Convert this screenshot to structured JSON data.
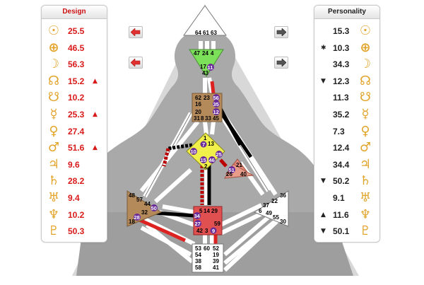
{
  "design": {
    "title": "Design",
    "rows": [
      {
        "planet": "sun-icon",
        "glyph": "☉",
        "value": "25.5",
        "mark": ""
      },
      {
        "planet": "earth-icon",
        "glyph": "⊕",
        "value": "46.5",
        "mark": ""
      },
      {
        "planet": "moon-icon",
        "glyph": "☽",
        "value": "56.3",
        "mark": ""
      },
      {
        "planet": "north-node-icon",
        "glyph": "☊",
        "value": "15.2",
        "mark": "▲"
      },
      {
        "planet": "south-node-icon",
        "glyph": "☋",
        "value": "10.2",
        "mark": ""
      },
      {
        "planet": "mercury-icon",
        "glyph": "☿",
        "value": "25.3",
        "mark": "▲"
      },
      {
        "planet": "venus-icon",
        "glyph": "♀",
        "value": "27.4",
        "mark": ""
      },
      {
        "planet": "mars-icon",
        "glyph": "♂",
        "value": "51.6",
        "mark": "▲"
      },
      {
        "planet": "jupiter-icon",
        "glyph": "♃",
        "value": "9.6",
        "mark": ""
      },
      {
        "planet": "saturn-icon",
        "glyph": "♄",
        "value": "28.2",
        "mark": ""
      },
      {
        "planet": "uranus-icon",
        "glyph": "♅",
        "value": "9.4",
        "mark": ""
      },
      {
        "planet": "neptune-icon",
        "glyph": "♆",
        "value": "10.2",
        "mark": ""
      },
      {
        "planet": "pluto-icon",
        "glyph": "♇",
        "value": "50.3",
        "mark": ""
      }
    ]
  },
  "personality": {
    "title": "Personality",
    "rows": [
      {
        "planet": "sun-icon",
        "glyph": "☉",
        "value": "15.3",
        "mark": ""
      },
      {
        "planet": "earth-icon",
        "glyph": "⊕",
        "value": "10.3",
        "mark": "✱"
      },
      {
        "planet": "moon-icon",
        "glyph": "☽",
        "value": "34.3",
        "mark": ""
      },
      {
        "planet": "north-node-icon",
        "glyph": "☊",
        "value": "12.3",
        "mark": "▼"
      },
      {
        "planet": "south-node-icon",
        "glyph": "☋",
        "value": "11.3",
        "mark": ""
      },
      {
        "planet": "mercury-icon",
        "glyph": "☿",
        "value": "35.2",
        "mark": ""
      },
      {
        "planet": "venus-icon",
        "glyph": "♀",
        "value": "7.3",
        "mark": ""
      },
      {
        "planet": "mars-icon",
        "glyph": "♂",
        "value": "12.4",
        "mark": ""
      },
      {
        "planet": "jupiter-icon",
        "glyph": "♃",
        "value": "34.4",
        "mark": ""
      },
      {
        "planet": "saturn-icon",
        "glyph": "♄",
        "value": "50.2",
        "mark": "▼"
      },
      {
        "planet": "uranus-icon",
        "glyph": "♅",
        "value": "9.1",
        "mark": ""
      },
      {
        "planet": "neptune-icon",
        "glyph": "♆",
        "value": "11.6",
        "mark": "▲"
      },
      {
        "planet": "pluto-icon",
        "glyph": "♇",
        "value": "50.1",
        "mark": "▼"
      }
    ]
  },
  "buttons": [
    {
      "name": "design-prev-button-1",
      "icon": "left-arrow-icon",
      "color": "#e03030"
    },
    {
      "name": "design-prev-button-2",
      "icon": "left-arrow-icon",
      "color": "#e03030"
    },
    {
      "name": "personality-next-button-1",
      "icon": "right-arrow-icon",
      "color": "#555555"
    },
    {
      "name": "personality-next-button-2",
      "icon": "right-arrow-icon",
      "color": "#555555"
    }
  ],
  "colors": {
    "design_red": "#d91a1a",
    "glyph_gold": "#e2a52c",
    "head": "#ffffff",
    "ajna": "#7ce05a",
    "throat": "#b58a5a",
    "g_center": "#f1ef4a",
    "ego": "#e38a7a",
    "spleen": "#b58a5a",
    "sacral": "#e05050",
    "solar_plexus": "#ffffff",
    "root": "#ffffff"
  },
  "bodygraph": {
    "head": {
      "gates": [
        "64",
        "61",
        "63"
      ]
    },
    "ajna": {
      "gates": [
        "47",
        "24",
        "4",
        "17",
        "11",
        "43"
      ]
    },
    "throat": {
      "gates": [
        "62",
        "23",
        "56",
        "16",
        "35",
        "20",
        "12",
        "31",
        "8",
        "33",
        "45"
      ]
    },
    "g": {
      "gates": [
        "1",
        "7",
        "13",
        "10",
        "25",
        "15",
        "46",
        "2"
      ]
    },
    "ego": {
      "gates": [
        "51",
        "21",
        "26",
        "40"
      ]
    },
    "spleen": {
      "gates": [
        "48",
        "57",
        "44",
        "50",
        "32",
        "28",
        "18"
      ]
    },
    "sacral": {
      "gates": [
        "5",
        "14",
        "29",
        "34",
        "27",
        "59",
        "42",
        "3",
        "9"
      ]
    },
    "solar_plexus": {
      "gates": [
        "36",
        "22",
        "37",
        "6",
        "49",
        "55",
        "30"
      ]
    },
    "root": {
      "gates": [
        "53",
        "60",
        "52",
        "54",
        "19",
        "38",
        "39",
        "58",
        "41"
      ]
    }
  }
}
